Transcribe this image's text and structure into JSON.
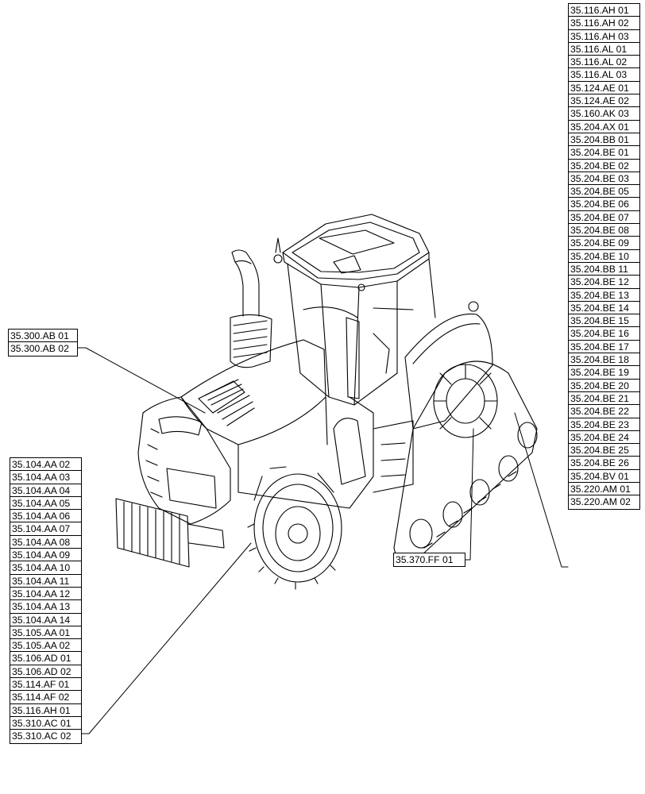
{
  "groups": {
    "right": [
      "35.116.AH 01",
      "35.116.AH 02",
      "35.116.AH 03",
      "35.116.AL 01",
      "35.116.AL 02",
      "35.116.AL 03",
      "35.124.AE 01",
      "35.124.AE 02",
      "35.160.AK 03",
      "35.204.AX 01",
      "35.204.BB 01",
      "35.204.BE 01",
      "35.204.BE 02",
      "35.204.BE 03",
      "35.204.BE 05",
      "35.204.BE 06",
      "35.204.BE 07",
      "35.204.BE 08",
      "35.204.BE 09",
      "35.204.BE 10",
      "35.204.BB 11",
      "35.204.BE 12",
      "35.204.BE 13",
      "35.204.BE 14",
      "35.204.BE 15",
      "35.204.BE 16",
      "35.204.BE 17",
      "35.204.BE 18",
      "35.204.BE 19",
      "35.204.BE 20",
      "35.204.BE 21",
      "35.204.BE 22",
      "35.204.BE 23",
      "35.204.BE 24",
      "35.204.BE 25",
      "35.204.BE 26",
      "35.204.BV 01",
      "35.220.AM 01",
      "35.220.AM 02"
    ],
    "left_top": [
      "35.300.AB 01",
      "35.300.AB 02"
    ],
    "left_bottom": [
      "35.104.AA 02",
      "35.104.AA 03",
      "35.104.AA 04",
      "35.104.AA 05",
      "35.104.AA 06",
      "35.104.AA 07",
      "35.104.AA 08",
      "35.104.AA 09",
      "35.104.AA 10",
      "35.104.AA 11",
      "35.104.AA 12",
      "35.104.AA 13",
      "35.104.AA 14",
      "35.105.AA 01",
      "35.105.AA 02",
      "35.106.AD 01",
      "35.106.AD 02",
      "35.114.AF 01",
      "35.114.AF 02",
      "35.116.AH 01",
      "35.310.AC 01",
      "35.310.AC 02"
    ],
    "tracks": [
      "35.370.FF 01"
    ]
  }
}
